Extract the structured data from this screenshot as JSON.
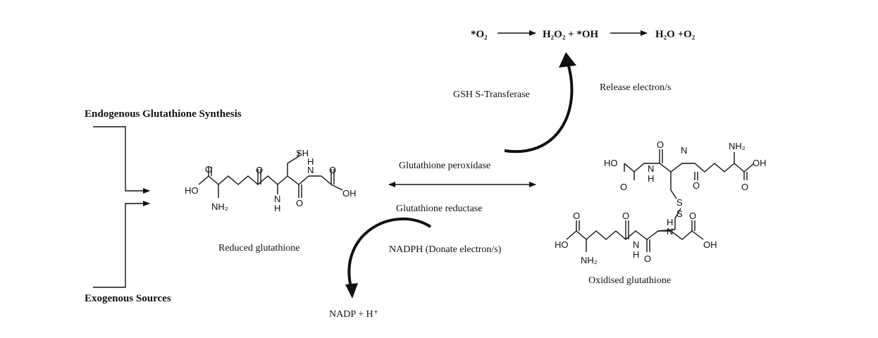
{
  "equation": {
    "o2_rad": "*O₂",
    "h2o2_oh": "H₂O₂ + *OH",
    "products": "H₂O +O₂"
  },
  "enzymes": {
    "gsh_transferase": "GSH S-Transferase",
    "release": "Release electron/s",
    "peroxidase": "Glutathione peroxidase",
    "reductase": "Glutathione reductase",
    "nadph": "NADPH (Donate electron/s)",
    "nadp": "NADP + H⁺"
  },
  "sources": {
    "endogenous": "Endogenous Glutathione Synthesis",
    "exogenous": "Exogenous Sources"
  },
  "molecules": {
    "reduced": "Reduced glutathione",
    "oxidised": "Oxidised glutathione"
  },
  "atoms": {
    "ho": "HO",
    "oh": "OH",
    "o": "O",
    "sh": "SH",
    "s": "S",
    "n": "N",
    "h": "H",
    "nh2": "NH₂"
  }
}
